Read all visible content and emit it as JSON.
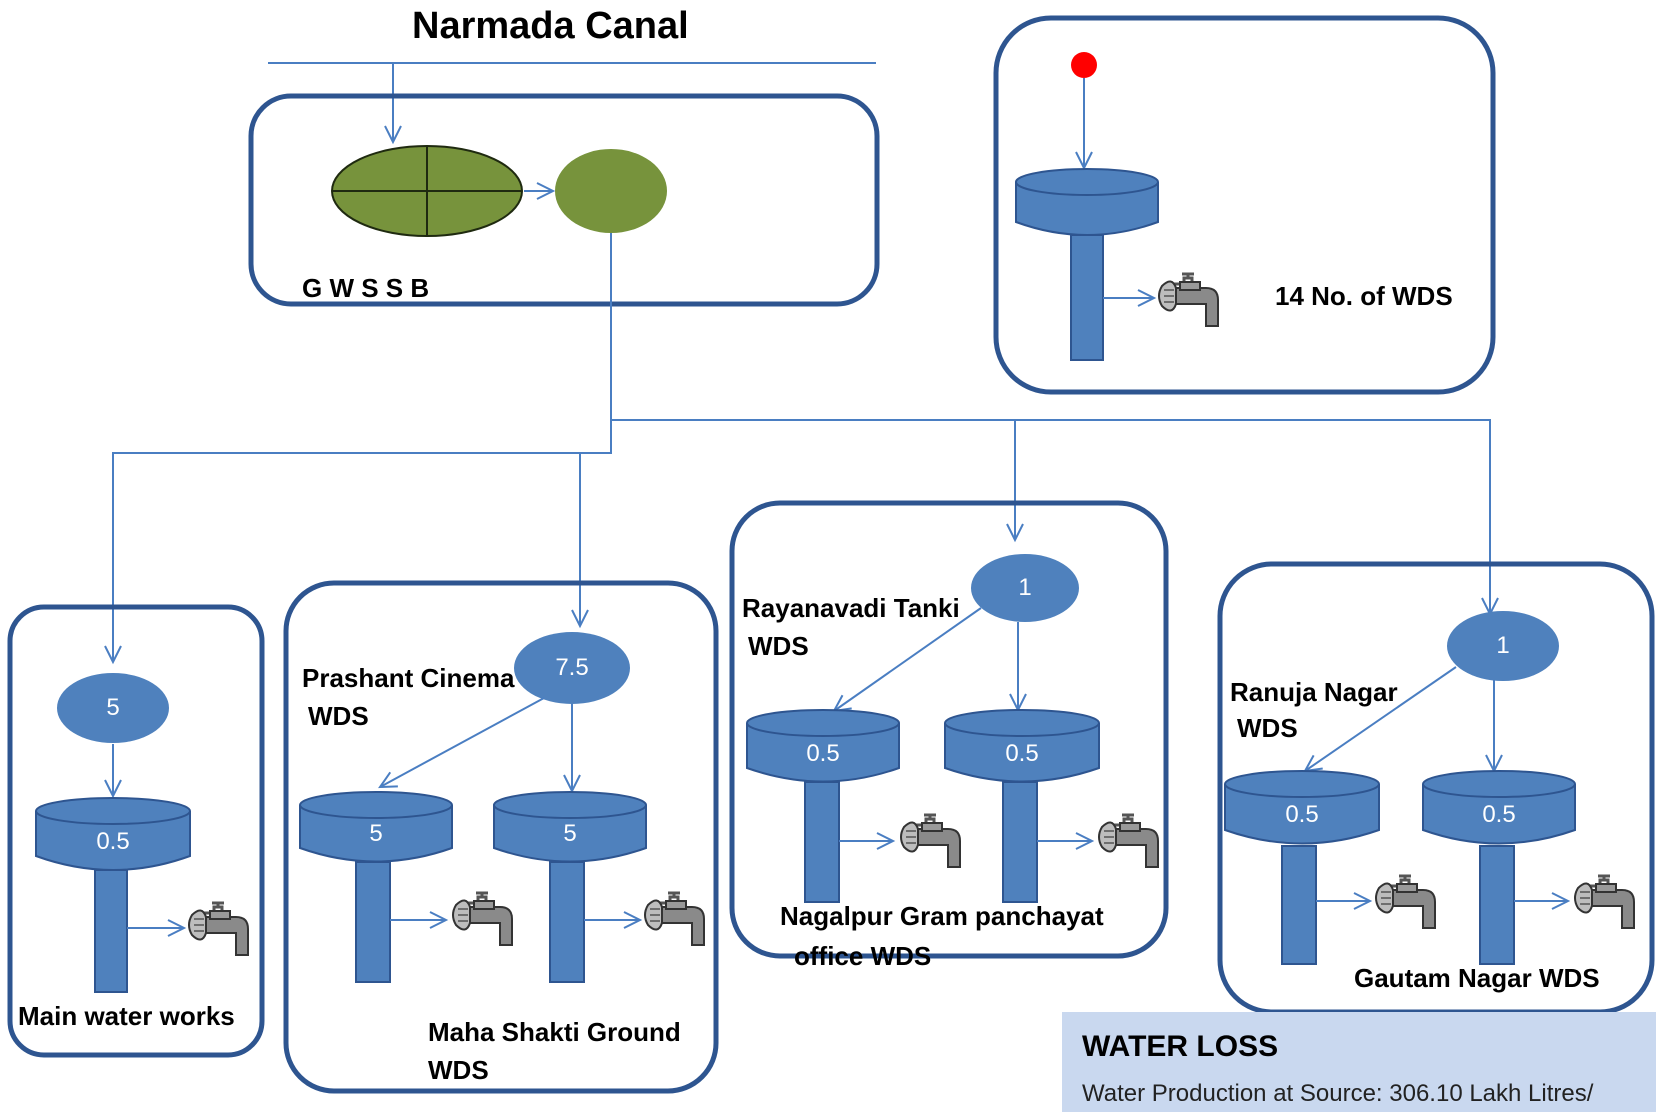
{
  "diagram": {
    "title": "Narmada Canal",
    "treatment_plant_label": "G W S S B",
    "wds_count_label": "14 No. of WDS",
    "colors": {
      "box_border": "#2e5590",
      "tank_fill": "#4f81bd",
      "plant_fill": "#77933c",
      "pipe": "#4a7ec2",
      "source_dot": "#ff0000"
    },
    "groups": [
      {
        "id": "main-water-works",
        "label": "Main water works",
        "sump_capacity": "5",
        "tanks": [
          "0.5"
        ]
      },
      {
        "id": "prashant-cinema",
        "sump_label_line1": "Prashant Cinema",
        "sump_label_line2": "WDS",
        "sump_capacity": "7.5",
        "tanks": [
          "5",
          "5"
        ],
        "label_line1": "Maha Shakti Ground",
        "label_line2": "WDS"
      },
      {
        "id": "rayanavadi-tanki",
        "sump_label_line1": "Rayanavadi Tanki",
        "sump_label_line2": "WDS",
        "sump_capacity": "1",
        "tanks": [
          "0.5",
          "0.5"
        ],
        "label_line1": "Nagalpur Gram panchayat",
        "label_line2": "office  WDS"
      },
      {
        "id": "ranuja-nagar",
        "sump_label_line1": "Ranuja Nagar",
        "sump_label_line2": "WDS",
        "sump_capacity": "1",
        "tanks": [
          "0.5",
          "0.5"
        ],
        "label_line1": "Gautam Nagar  WDS"
      }
    ]
  },
  "water_loss": {
    "heading": "WATER LOSS",
    "text": "Water Production at Source: 306.10 Lakh Litres/"
  }
}
